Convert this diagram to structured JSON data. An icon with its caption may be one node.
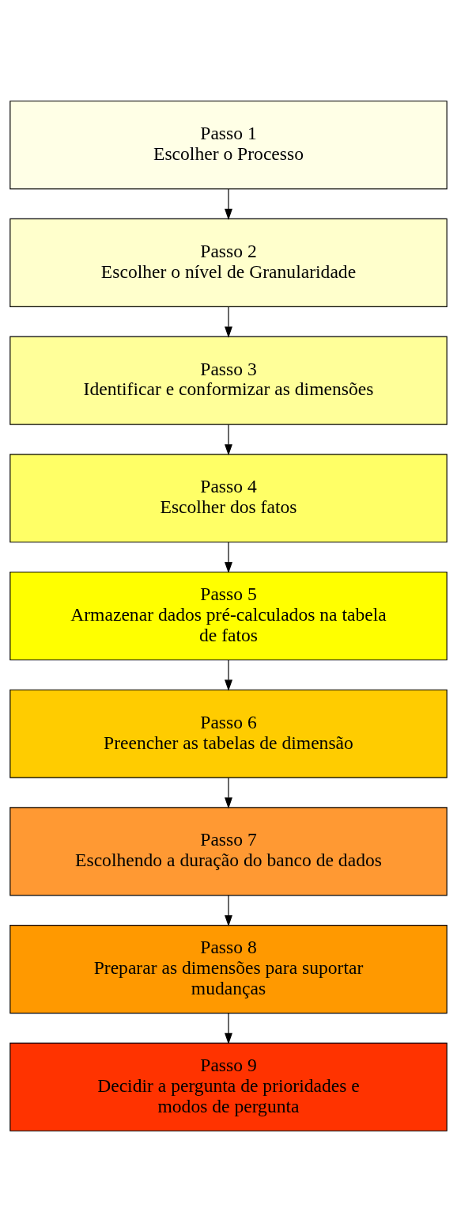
{
  "diagram": {
    "nodes": [
      {
        "text": [
          "Passo 1",
          "Escolher o Processo"
        ]
      },
      {
        "text": [
          "Passo 2",
          "Escolher o nível de Granularidade"
        ]
      },
      {
        "text": [
          "Passo 3",
          "Identificar e conformizar as dimensões"
        ]
      },
      {
        "text": [
          "Passo 4",
          "Escolher dos fatos"
        ]
      },
      {
        "text": [
          "Passo 5",
          "Armazenar dados pré-calculados na tabela de fatos"
        ]
      },
      {
        "text": [
          "Passo 6",
          "Preencher as tabelas de dimensão"
        ]
      },
      {
        "text": [
          "Passo 7",
          "Escolhendo a duração do banco de dados"
        ]
      },
      {
        "text": [
          "Passo 8",
          "Preparar as dimensões para suportar mudanças"
        ]
      },
      {
        "text": [
          "Passo 9",
          "Decidir a pergunta de prioridades e modos de pergunta"
        ]
      }
    ],
    "edges": [
      {
        "from": 0,
        "to": 1,
        "arrow": "to"
      },
      {
        "from": 1,
        "to": 2,
        "arrow": "to"
      },
      {
        "from": 2,
        "to": 3,
        "arrow": "to"
      },
      {
        "from": 3,
        "to": 4,
        "arrow": "to"
      },
      {
        "from": 4,
        "to": 5,
        "arrow": "to"
      },
      {
        "from": 5,
        "to": 6,
        "arrow": "to"
      },
      {
        "from": 6,
        "to": 7,
        "arrow": "to"
      },
      {
        "from": 7,
        "to": 8,
        "arrow": "to"
      }
    ]
  }
}
